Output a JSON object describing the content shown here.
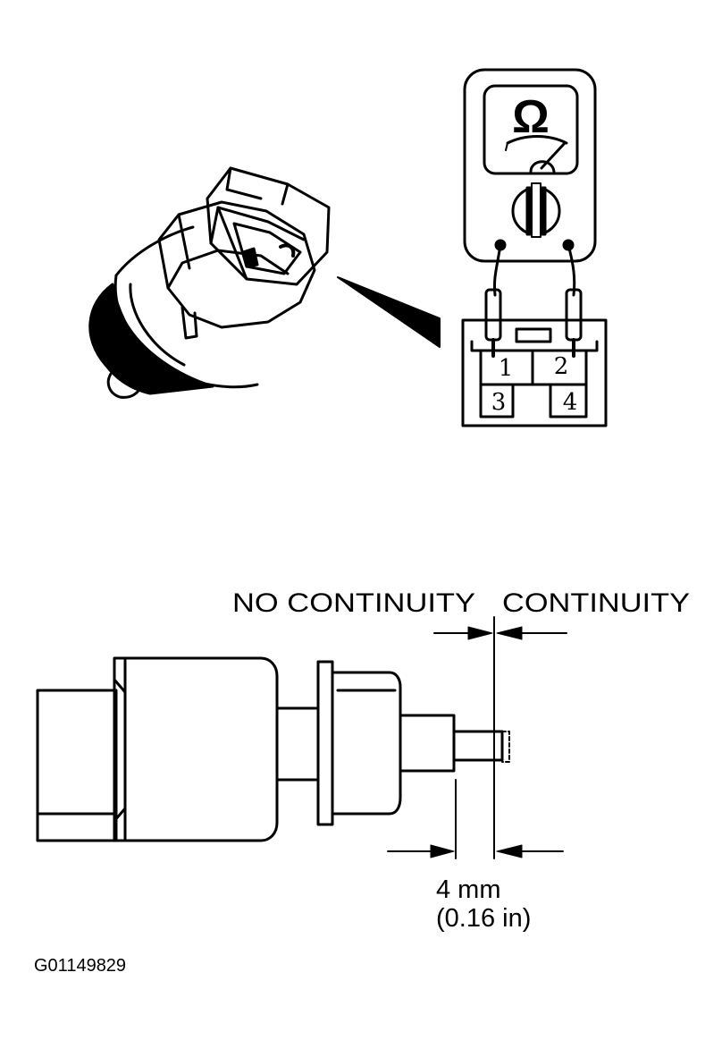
{
  "meter": {
    "symbol": "Ω"
  },
  "terminals": [
    {
      "number": "1"
    },
    {
      "number": "2"
    },
    {
      "number": "3"
    },
    {
      "number": "4"
    }
  ],
  "labels": {
    "no_continuity": "NO CONTINUITY",
    "continuity": "CONTINUITY",
    "dimension_mm": "4 mm",
    "dimension_in": "(0.16 in)"
  },
  "figure_id": "G01149829"
}
